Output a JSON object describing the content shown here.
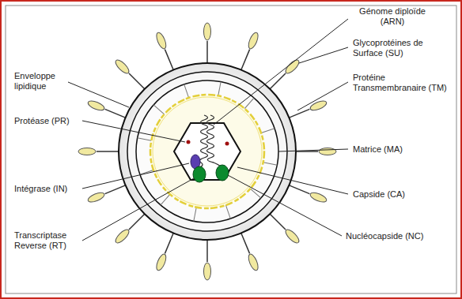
{
  "diagram": {
    "labels": [
      "Génome diploïde (ARN)",
      "Enveloppe lipidique",
      "Glycoprotéines de Surface (SU)",
      "Protéine Transmembranaire (TM)",
      "Protéase (PR)",
      "Matrice (MA)",
      "Intégrase (IN)",
      "Capside (CA)",
      "Transcriptase Reverse (RT)",
      "Nucléocapside (NC)"
    ]
  }
}
